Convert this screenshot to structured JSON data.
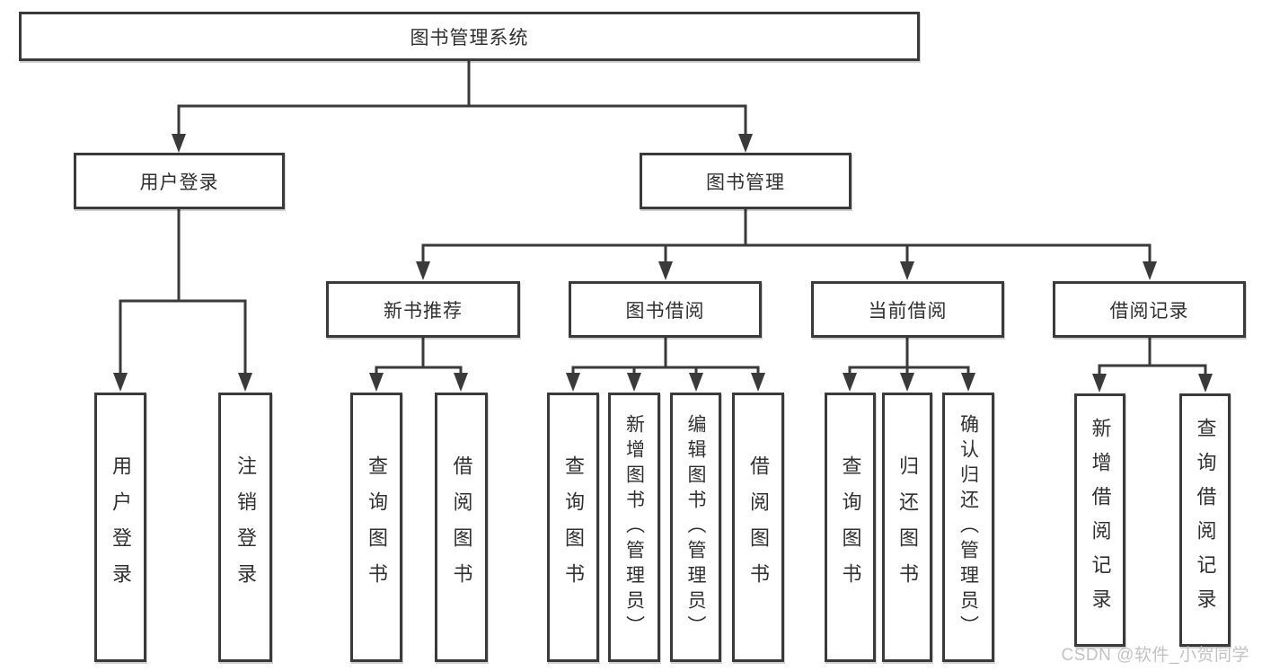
{
  "diagram": {
    "root": "图书管理系统",
    "branches": {
      "user_login": "用户登录",
      "book_mgmt": "图书管理"
    },
    "modules": {
      "new_book_rec": "新书推荐",
      "book_borrow": "图书借阅",
      "current_borrow": "当前借阅",
      "borrow_record": "借阅记录"
    },
    "leaves": [
      "用户登录",
      "注销登录",
      "查询图书",
      "借阅图书",
      "查询图书",
      "新增图书（管理员）",
      "编辑图书（管理员）",
      "借阅图书",
      "查询图书",
      "归还图书",
      "确认归还（管理员）",
      "新增借阅记录",
      "查询借阅记录"
    ]
  },
  "watermark": {
    "text": "CSDN @软件_小贺同学",
    "color": "#c2c2c2"
  },
  "colors": {
    "line": "#3a3a3a",
    "text": "#303030",
    "background": "#ffffff"
  }
}
